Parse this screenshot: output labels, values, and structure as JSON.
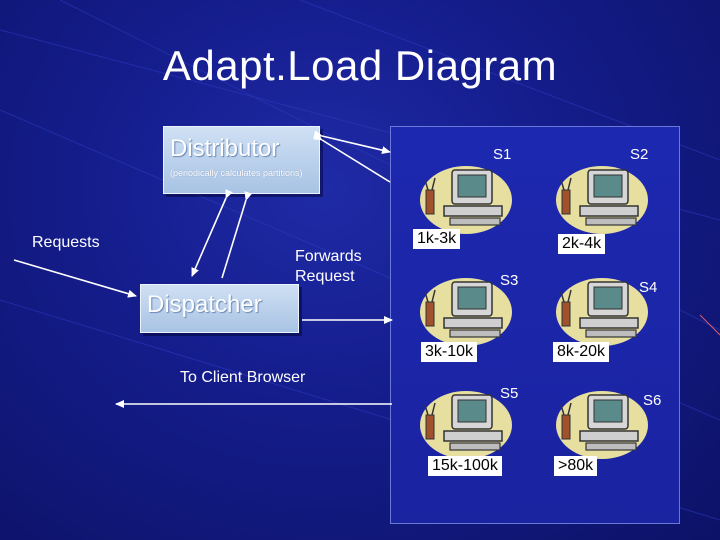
{
  "title": "Adapt.Load Diagram",
  "distributor": {
    "title": "Distributor",
    "subtitle": "(periodically calculates partitions)"
  },
  "dispatcher": {
    "title": "Dispatcher"
  },
  "labels": {
    "requests": "Requests",
    "forwards": "Forwards Request",
    "client": "To Client Browser"
  },
  "servers": [
    {
      "name": "S1",
      "range": "1k-3k"
    },
    {
      "name": "S2",
      "range": "2k-4k"
    },
    {
      "name": "S3",
      "range": "3k-10k"
    },
    {
      "name": "S4",
      "range": "8k-20k"
    },
    {
      "name": "S5",
      "range": "15k-100k"
    },
    {
      "name": "S6",
      "range": ">80k"
    }
  ],
  "colors": {
    "background": "#141c8a",
    "box_fill": "#b9d0ec",
    "cluster_fill": "#1a25a8",
    "range_fill": "#ffffff"
  },
  "icons": {
    "server": "computer-icon"
  }
}
